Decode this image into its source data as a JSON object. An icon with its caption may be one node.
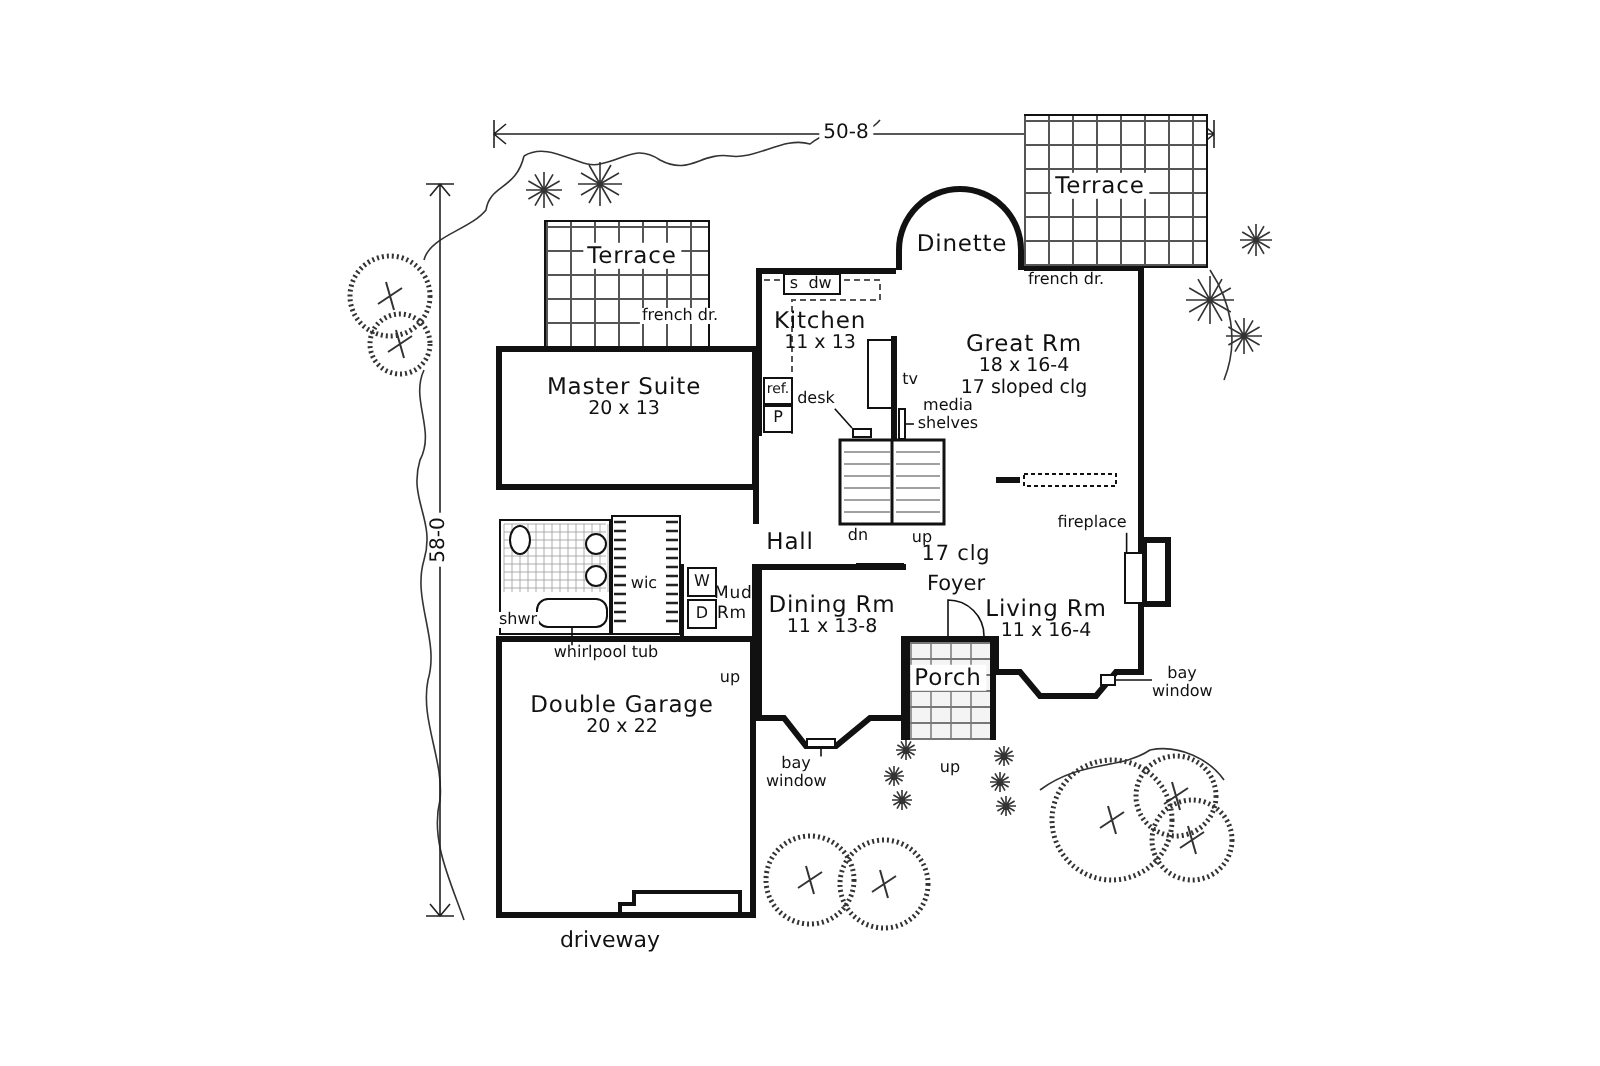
{
  "diagram": {
    "nodes": [
      {
        "text": [
          "Terrace"
        ]
      },
      {
        "text": [
          "Terrace"
        ]
      },
      {
        "text": [
          "Dinette"
        ]
      },
      {
        "text": [
          "Kitchen",
          "11 x 13"
        ]
      },
      {
        "text": [
          "Great Rm",
          "18 x 16-4",
          "17 sloped clg"
        ]
      },
      {
        "text": [
          "Master Suite",
          "20 x 13"
        ]
      },
      {
        "text": [
          "Hall"
        ]
      },
      {
        "text": [
          "Dining Rm",
          "11 x 13-8"
        ]
      },
      {
        "text": [
          "17 clg",
          "Foyer"
        ]
      },
      {
        "text": [
          "Living Rm",
          "11 x 16-4"
        ]
      },
      {
        "text": [
          "Mud Rm"
        ]
      },
      {
        "text": [
          "Double Garage",
          "20 x 22"
        ]
      },
      {
        "text": [
          "Porch"
        ]
      },
      {
        "text": [
          "desk"
        ],
        "in": 3
      },
      {
        "text": [
          "media shelves"
        ],
        "in": 4
      },
      {
        "text": [
          "fireplace"
        ],
        "in": 9
      },
      {
        "text": [
          "whirlpool tub"
        ],
        "in": 11
      },
      {
        "text": [
          "bay window"
        ]
      },
      {
        "text": [
          "bay window"
        ]
      },
      {
        "text": [],
        "shape": "box",
        "in": 3
      },
      {
        "text": [],
        "shape": "box",
        "in": 4
      },
      {
        "text": [],
        "shape": "box",
        "in": 9
      },
      {
        "text": [],
        "shape": "box"
      },
      {
        "text": [],
        "shape": "box"
      },
      {
        "text": [],
        "shape": "box"
      }
    ],
    "edges": [
      {
        "from": 13,
        "to": 19,
        "arrow": "none"
      },
      {
        "from": 14,
        "to": 20,
        "arrow": "none"
      },
      {
        "from": 15,
        "to": 21,
        "arrow": "none"
      },
      {
        "from": 16,
        "to": 22,
        "arrow": "none"
      },
      {
        "from": 17,
        "to": 23,
        "arrow": "none"
      },
      {
        "from": 18,
        "to": 24,
        "arrow": "none"
      }
    ],
    "labels": [
      "50-8",
      "french dr.",
      "s",
      "dw",
      "french dr.",
      "ref.",
      "P",
      "tv",
      "58-0",
      "wic",
      "W",
      "D",
      "shwr",
      "dn",
      "up",
      "up",
      "up",
      "driveway"
    ]
  }
}
